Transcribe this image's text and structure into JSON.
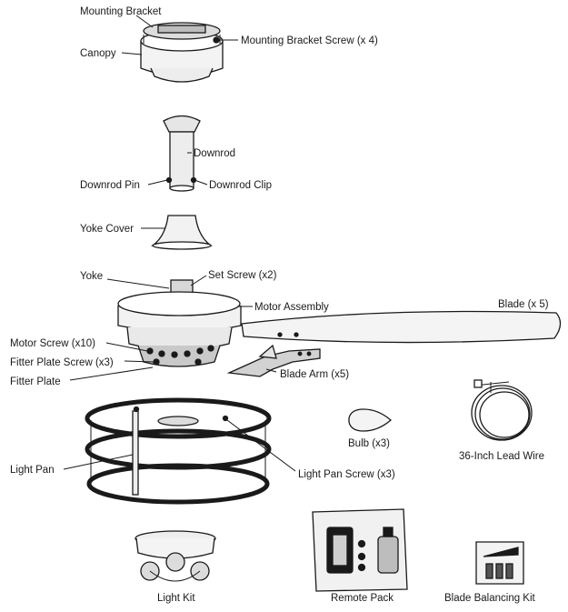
{
  "parts": {
    "mounting_bracket": "Mounting Bracket",
    "mounting_bracket_screw": "Mounting Bracket Screw (x 4)",
    "canopy": "Canopy",
    "downrod": "Downrod",
    "downrod_pin": "Downrod Pin",
    "downrod_clip": "Downrod Clip",
    "yoke_cover": "Yoke Cover",
    "yoke": "Yoke",
    "set_screw": "Set Screw (x2)",
    "motor_assembly": "Motor Assembly",
    "blade": "Blade (x 5)",
    "motor_screw": "Motor Screw (x10)",
    "fitter_plate_screw": "Fitter Plate Screw (x3)",
    "fitter_plate": "Fitter Plate",
    "blade_arm": "Blade Arm (x5)",
    "bulb": "Bulb (x3)",
    "lead_wire": "36-Inch Lead Wire",
    "light_pan": "Light Pan",
    "light_pan_screw": "Light Pan Screw (x3)",
    "light_kit": "Light Kit",
    "remote_pack": "Remote Pack",
    "blade_balancing_kit": "Blade Balancing Kit"
  }
}
